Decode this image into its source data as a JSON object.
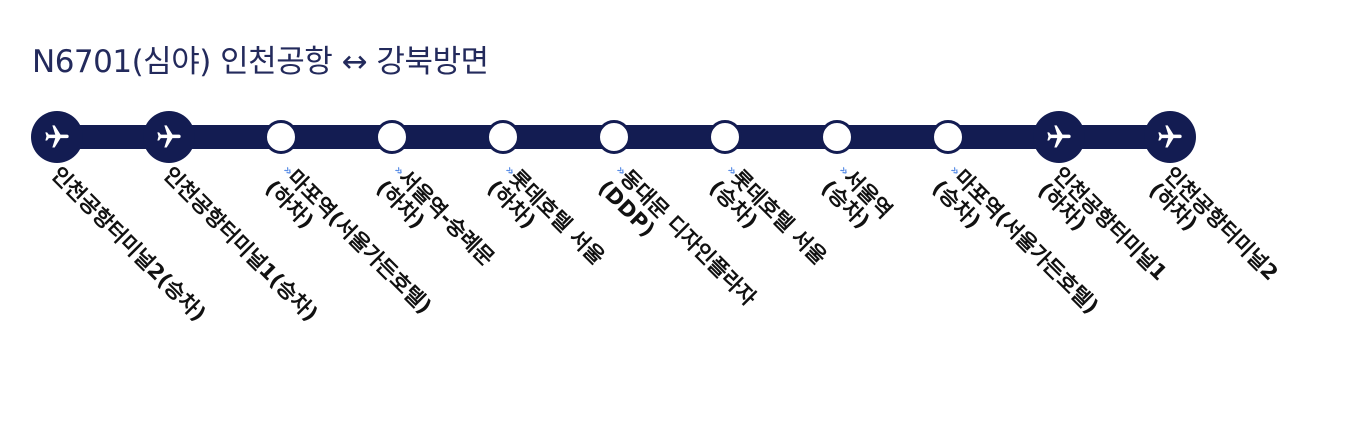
{
  "title": "N6701(심야) 인천공항 ↔ 강북방면",
  "colors": {
    "line": "#131c52",
    "title": "#232a5c",
    "chevron": "#5b8ee6"
  },
  "stops": [
    {
      "type": "airport",
      "icon": "airplane-icon",
      "lines": [
        "인천공항터미널2(승차)"
      ]
    },
    {
      "type": "airport",
      "icon": "airplane-icon",
      "lines": [
        "인천공항터미널1(승차)"
      ]
    },
    {
      "type": "normal",
      "marker": "»",
      "lines": [
        "마포역(서울가든호텔)",
        "(하차)"
      ]
    },
    {
      "type": "normal",
      "marker": "»",
      "lines": [
        "서울역-숭례문",
        "(하차)"
      ]
    },
    {
      "type": "normal",
      "marker": "»",
      "lines": [
        "롯데호텔 서울",
        "(하차)"
      ]
    },
    {
      "type": "normal",
      "marker": "»",
      "lines": [
        "동대문 디자인플라자",
        "(DDP)"
      ]
    },
    {
      "type": "normal",
      "marker": "»",
      "lines": [
        "롯데호텔 서울",
        "(승차)"
      ]
    },
    {
      "type": "normal",
      "marker": "»",
      "lines": [
        "서울역",
        "(승차)"
      ]
    },
    {
      "type": "normal",
      "marker": "»",
      "lines": [
        "마포역(서울가든호텔)",
        "(승차)"
      ]
    },
    {
      "type": "airport",
      "icon": "airplane-icon",
      "lines": [
        "인천공항터미널1",
        "(하차)"
      ]
    },
    {
      "type": "airport",
      "icon": "airplane-icon",
      "lines": [
        "인천공항터미널2",
        "(하차)"
      ]
    }
  ]
}
